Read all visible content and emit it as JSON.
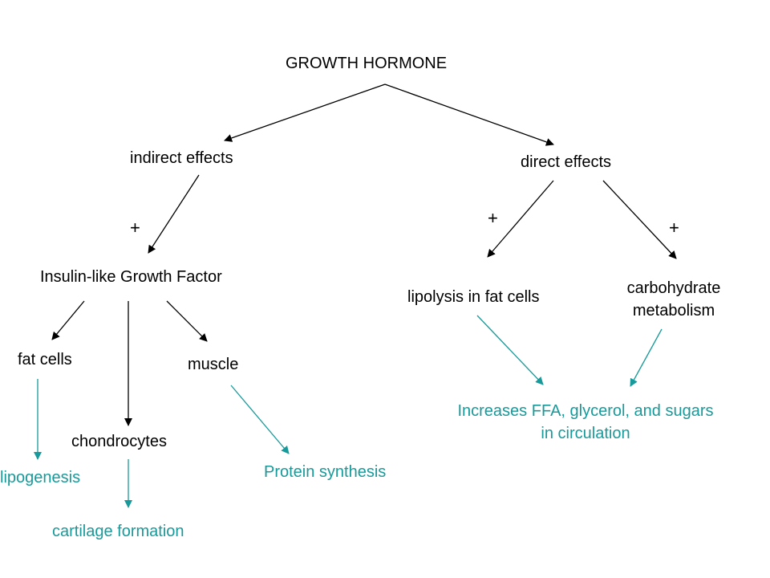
{
  "colors": {
    "primary": "#000000",
    "accent": "#189a9a"
  },
  "nodes": {
    "growth_hormone": "GROWTH HORMONE",
    "indirect_effects": "indirect effects",
    "direct_effects": "direct effects",
    "igf": "Insulin-like Growth Factor",
    "lipolysis": "lipolysis in fat cells",
    "carbohydrate_line1": "carbohydrate",
    "carbohydrate_line2": "metabolism",
    "fat_cells": "fat cells",
    "muscle": "muscle",
    "chondrocytes": "chondrocytes",
    "lipogenesis": "lipogenesis",
    "cartilage_formation": "cartilage formation",
    "protein_synthesis": "Protein synthesis",
    "increases_line1": "Increases FFA, glycerol, and sugars",
    "increases_line2": "in circulation"
  },
  "signs": {
    "igf_plus": "+",
    "lipolysis_plus": "+",
    "carbohydrate_plus": "+"
  }
}
